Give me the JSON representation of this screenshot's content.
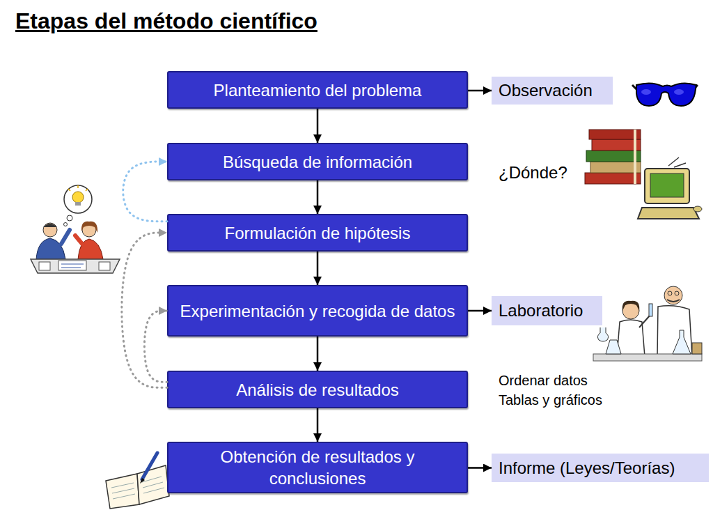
{
  "diagram": {
    "title": "Etapas del método científico",
    "nodes": [
      {
        "text": [
          "Planteamiento del problema"
        ]
      },
      {
        "text": [
          "Observación"
        ]
      },
      {
        "text": [
          "Búsqueda de información"
        ]
      },
      {
        "text": [
          "Formulación de hipótesis"
        ]
      },
      {
        "text": [
          "Experimentación y recogida de datos"
        ]
      },
      {
        "text": [
          "Laboratorio"
        ]
      },
      {
        "text": [
          "Análisis de resultados"
        ]
      },
      {
        "text": [
          "Obtención de resultados y conclusiones"
        ]
      },
      {
        "text": [
          "Informe (Leyes/Teorías)"
        ]
      }
    ],
    "edges": [
      {
        "from": 0,
        "to": 2,
        "arrow": "to"
      },
      {
        "from": 2,
        "to": 3,
        "arrow": "to"
      },
      {
        "from": 3,
        "to": 4,
        "arrow": "to"
      },
      {
        "from": 4,
        "to": 6,
        "arrow": "to"
      },
      {
        "from": 6,
        "to": 7,
        "arrow": "to"
      },
      {
        "from": 0,
        "to": 1,
        "arrow": "to"
      },
      {
        "from": 4,
        "to": 5,
        "arrow": "to"
      },
      {
        "from": 7,
        "to": 8,
        "arrow": "to"
      },
      {
        "from": 3,
        "to": 2,
        "arrow": "to"
      },
      {
        "from": 6,
        "to": 3,
        "arrow": "to"
      },
      {
        "from": 6,
        "to": 4,
        "arrow": "to"
      }
    ],
    "labels": [
      "¿Dónde?",
      "Ordenar datos",
      "Tablas y gráficos"
    ]
  }
}
